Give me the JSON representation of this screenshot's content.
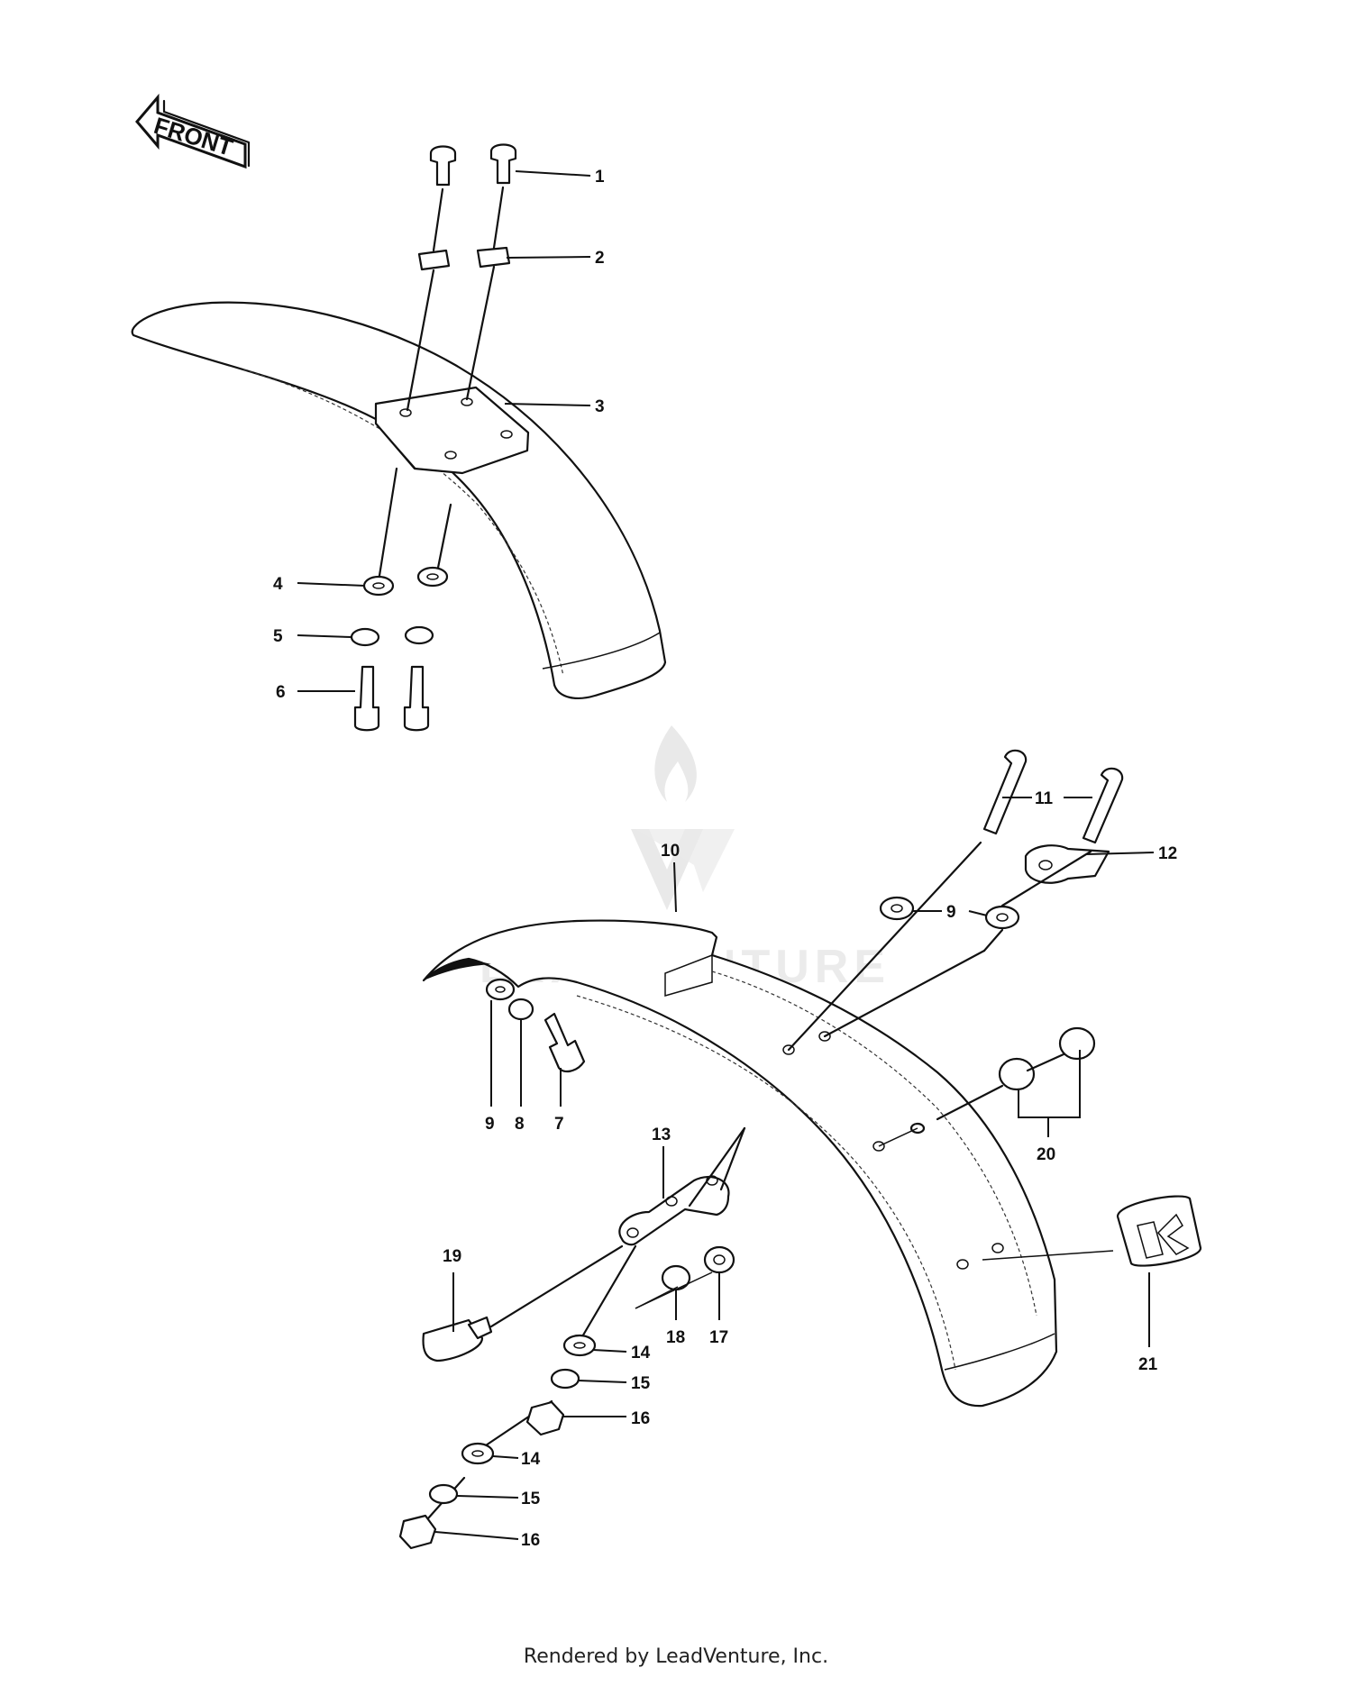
{
  "front_arrow": {
    "text": "FRONT"
  },
  "callouts": [
    {
      "id": "c1",
      "text": "1"
    },
    {
      "id": "c2",
      "text": "2"
    },
    {
      "id": "c3",
      "text": "3"
    },
    {
      "id": "c4",
      "text": "4"
    },
    {
      "id": "c5",
      "text": "5"
    },
    {
      "id": "c6",
      "text": "6"
    },
    {
      "id": "c7",
      "text": "7"
    },
    {
      "id": "c8",
      "text": "8"
    },
    {
      "id": "c9a",
      "text": "9"
    },
    {
      "id": "c9b",
      "text": "9"
    },
    {
      "id": "c10",
      "text": "10"
    },
    {
      "id": "c11",
      "text": "11"
    },
    {
      "id": "c12",
      "text": "12"
    },
    {
      "id": "c13",
      "text": "13"
    },
    {
      "id": "c14a",
      "text": "14"
    },
    {
      "id": "c14b",
      "text": "14"
    },
    {
      "id": "c15a",
      "text": "15"
    },
    {
      "id": "c15b",
      "text": "15"
    },
    {
      "id": "c16a",
      "text": "16"
    },
    {
      "id": "c16b",
      "text": "16"
    },
    {
      "id": "c17",
      "text": "17"
    },
    {
      "id": "c18",
      "text": "18"
    },
    {
      "id": "c19",
      "text": "19"
    },
    {
      "id": "c20",
      "text": "20"
    },
    {
      "id": "c21",
      "text": "21"
    }
  ],
  "watermark": {
    "text": "LEADVENTURE"
  },
  "footer": {
    "text": "Rendered by LeadVenture, Inc."
  }
}
